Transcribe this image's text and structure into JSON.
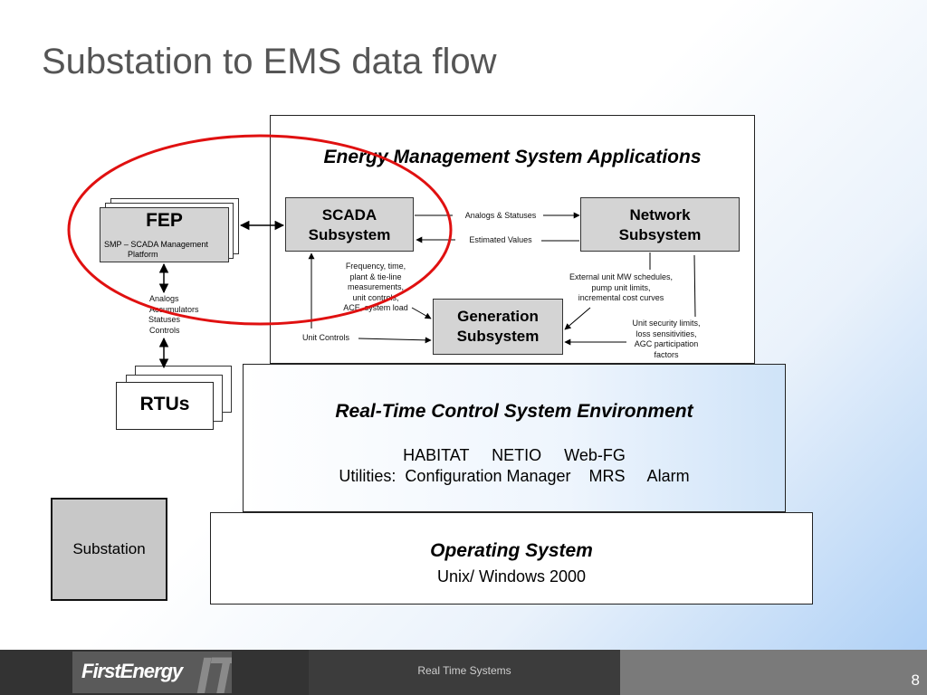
{
  "slide": {
    "title": "Substation to EMS data flow",
    "page_number": "8"
  },
  "ems": {
    "heading": "Energy Management System Applications",
    "scada": {
      "line1": "SCADA",
      "line2": "Subsystem"
    },
    "network": {
      "line1": "Network",
      "line2": "Subsystem"
    },
    "generation": {
      "line1": "Generation",
      "line2": "Subsystem"
    },
    "labels": {
      "analogs_statuses": "Analogs & Statuses",
      "estimated_values": "Estimated Values",
      "freq": [
        "Frequency, time,",
        "plant & tie-line",
        "measurements,",
        "unit controls,",
        "ACE, system load"
      ],
      "external": [
        "External unit MW schedules,",
        "pump unit limits,",
        "incremental cost curves"
      ],
      "unit_security": [
        "Unit security limits,",
        "loss sensitivities,",
        "AGC participation",
        "factors"
      ],
      "unit_controls": "Unit Controls"
    }
  },
  "fep": {
    "title": "FEP",
    "sub1": "SMP – SCADA Management",
    "sub2": "Platform"
  },
  "rtu": {
    "title": "RTUs",
    "signals": [
      "Analogs",
      "Accumulators",
      "Statuses",
      "Controls"
    ]
  },
  "substation": {
    "label": "Substation"
  },
  "rtc": {
    "heading": "Real-Time Control System Environment",
    "line1": "HABITAT     NETIO     Web-FG",
    "line2": "Utilities:  Configuration Manager    MRS     Alarm"
  },
  "os": {
    "heading": "Operating System",
    "line1": "Unix/ Windows 2000"
  },
  "footer": {
    "logo": "FirstEnergy",
    "logo_suffix": "IT",
    "center": "Real Time Systems"
  },
  "colors": {
    "highlight_ellipse": "#e01010",
    "box_fill": "#d4d4d4",
    "footer_dark": "#333333"
  }
}
